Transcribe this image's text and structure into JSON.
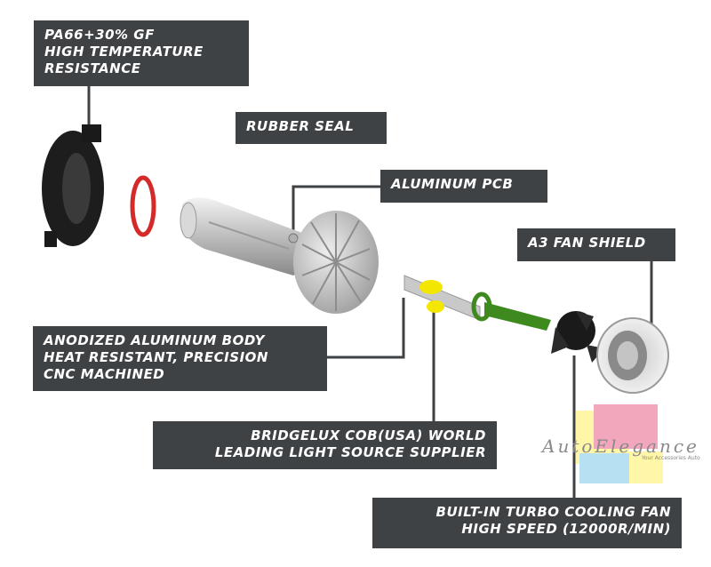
{
  "callouts": {
    "housing": [
      "PA66+30% GF",
      "HIGH TEMPERATURE",
      "RESISTANCE"
    ],
    "seal": [
      "RUBBER SEAL"
    ],
    "pcb": [
      "ALUMINUM PCB"
    ],
    "shield": [
      "A3 FAN SHIELD"
    ],
    "body": [
      "ANODIZED ALUMINUM BODY",
      "HEAT RESISTANT, PRECISION",
      "CNC MACHINED"
    ],
    "cob": [
      "BRIDGELUX COB(USA) WORLD",
      "LEADING LIGHT SOURCE SUPPLIER"
    ],
    "fan": [
      "BUILT-IN TURBO COOLING FAN",
      "HIGH SPEED (12000R/MIN)"
    ]
  },
  "watermark": {
    "brand": "AutoElegance",
    "tagline": "Your Accessories Auto"
  },
  "colors": {
    "label_bg": "#3f4245",
    "label_text": "#ffffff",
    "leader_line": "#3f4245",
    "seal_red": "#d42a2a",
    "cob_yellow": "#f3e600",
    "pcb_green": "#3f8a1f"
  }
}
